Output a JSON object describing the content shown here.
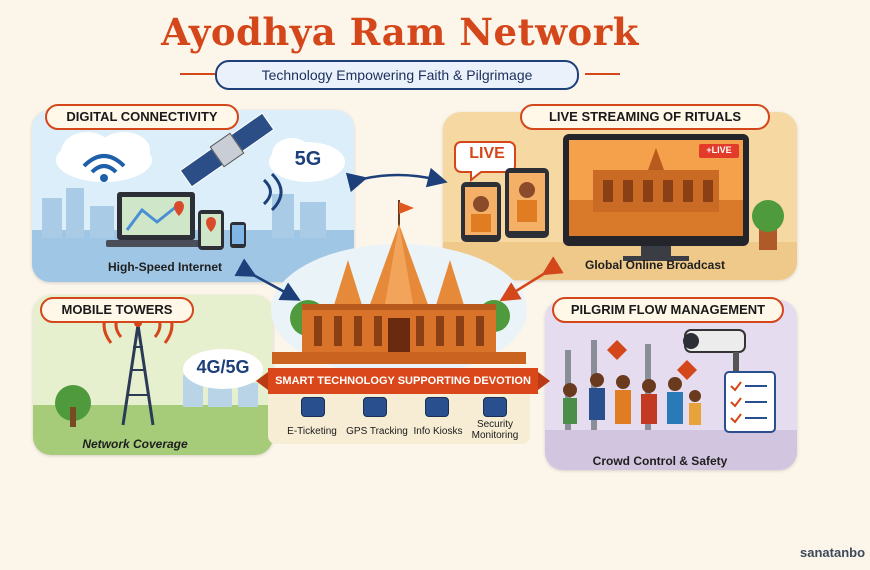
{
  "header": {
    "title": "Ayodhya Ram Network",
    "subtitle": "Technology Empowering Faith & Pilgrimage"
  },
  "panels": {
    "digital": {
      "label": "DIGITAL CONNECTIVITY",
      "caption": "High-Speed Internet",
      "badge": "5G"
    },
    "live": {
      "label": "LIVE STREAMING OF RITUALS",
      "caption": "Global Online Broadcast",
      "badge": "LIVE",
      "screen_badge": "+LIVE"
    },
    "towers": {
      "label": "MOBILE TOWERS",
      "caption": "Network Coverage",
      "badge": "4G/5G"
    },
    "pilgrim": {
      "label": "PILGRIM FLOW MANAGEMENT",
      "caption": "Crowd Control & Safety"
    }
  },
  "center": {
    "banner": "SMART TECHNOLOGY SUPPORTING DEVOTION",
    "features": [
      "E-Ticketing",
      "GPS Tracking",
      "Info Kiosks",
      "Security Monitoring"
    ]
  },
  "watermark": "sanatanbo",
  "colors": {
    "title": "#d4471b",
    "banner": "#d9471a",
    "label_bg": "#fff7e8",
    "label_border": "#d4471b",
    "arrow_blue": "#1d3f7a",
    "arrow_red": "#d4471b"
  }
}
